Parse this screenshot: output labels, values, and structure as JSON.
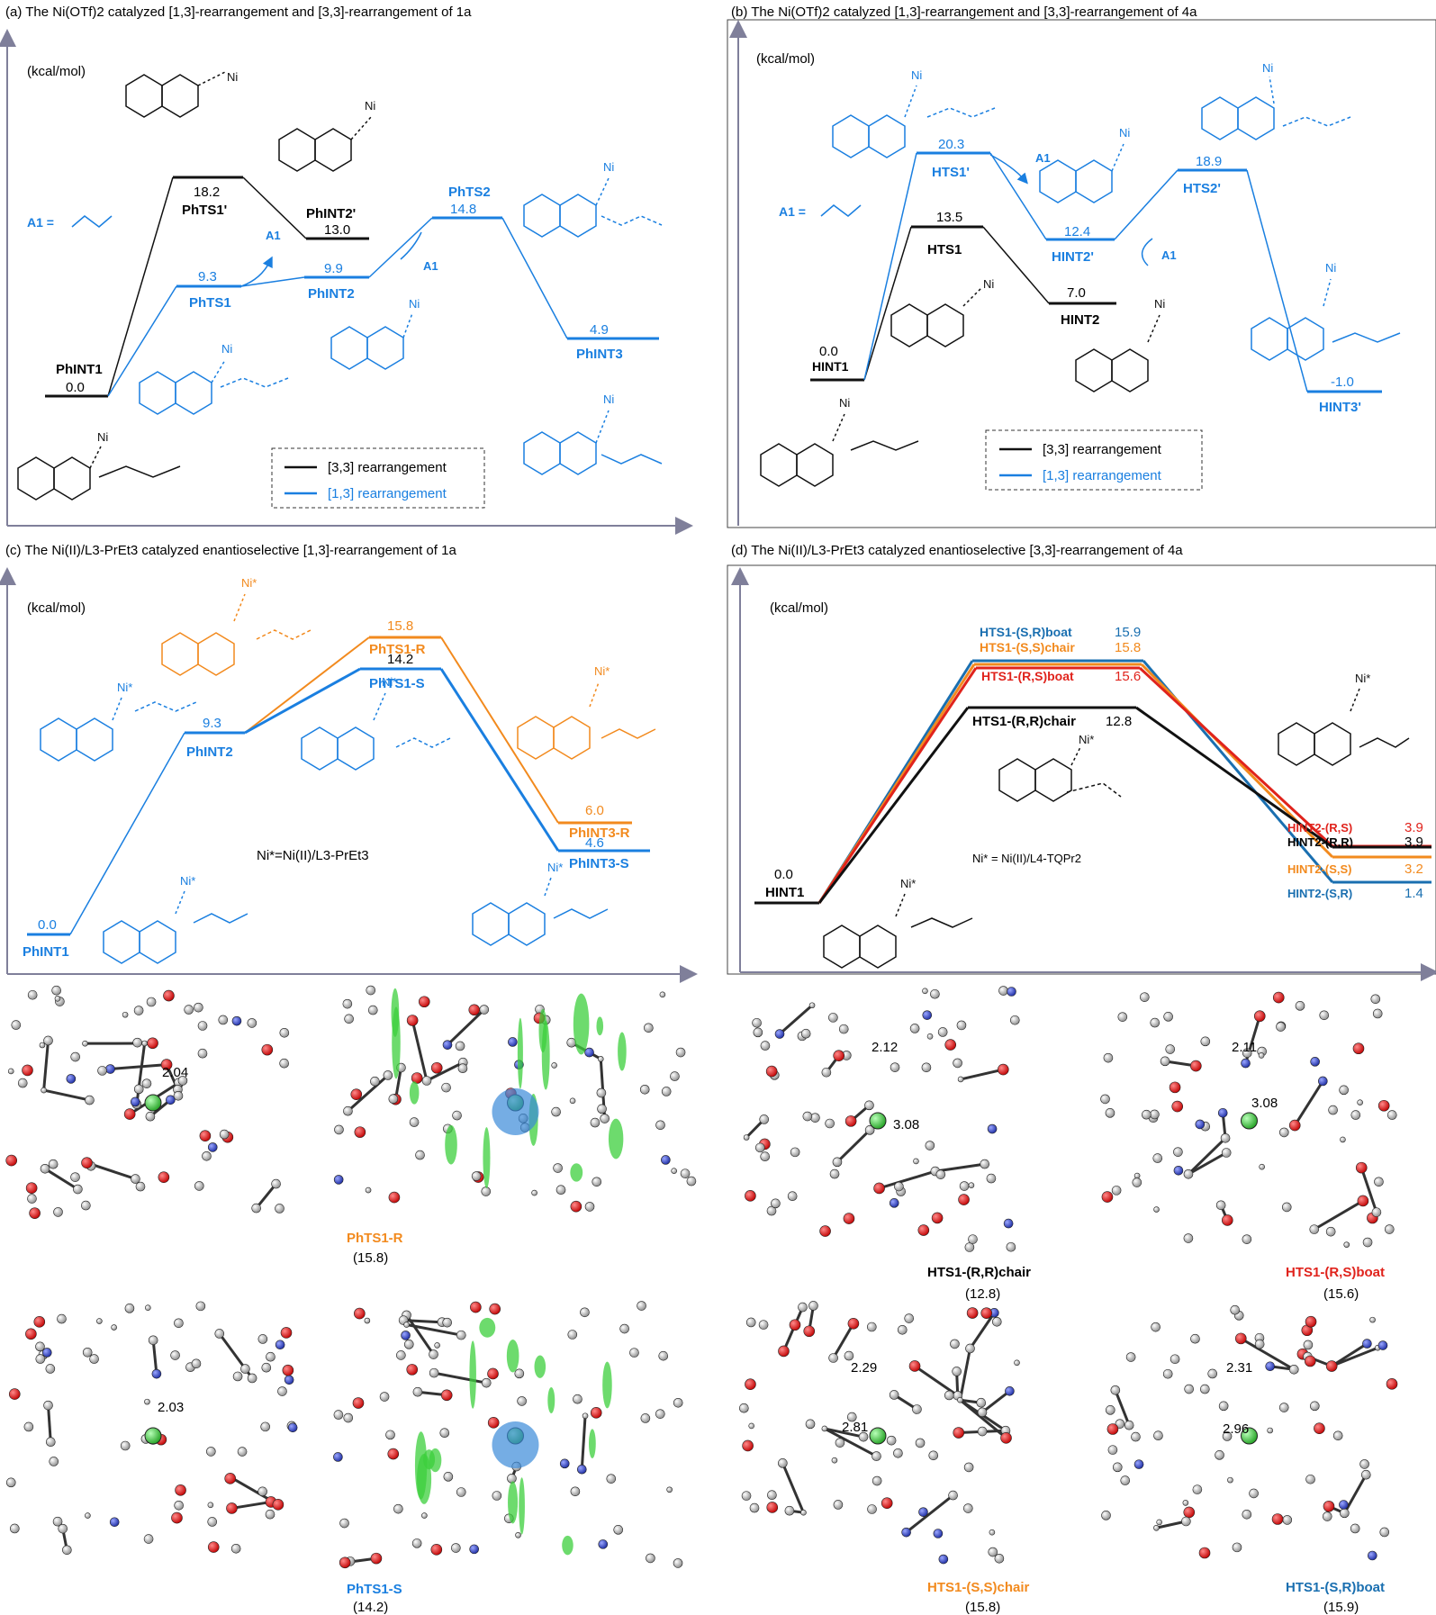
{
  "colors": {
    "black": "#111111",
    "blue": "#1a7fe0",
    "orange": "#f28a1e",
    "red": "#e0231c",
    "teal": "#1a6fb0",
    "axis": "#7f7f9a"
  },
  "unit": "(kcal/mol)",
  "panels": {
    "a": {
      "title": "(a) The Ni(OTf)2 catalyzed [1,3]-rearrangement and [3,3]-rearrangement of 1a",
      "legend": [
        "[3,3] rearrangement",
        "[1,3] rearrangement"
      ],
      "a1_label": "A1 =",
      "a1_tag": "A1",
      "levels": [
        {
          "name": "PhINT1",
          "value": "0.0",
          "series": "both"
        },
        {
          "name": "PhTS1'",
          "value": "18.2",
          "series": "black"
        },
        {
          "name": "PhINT2'",
          "value": "13.0",
          "series": "black"
        },
        {
          "name": "PhTS1",
          "value": "9.3",
          "series": "blue"
        },
        {
          "name": "PhINT2",
          "value": "9.9",
          "series": "blue"
        },
        {
          "name": "PhTS2",
          "value": "14.8",
          "series": "blue"
        },
        {
          "name": "PhINT3",
          "value": "4.9",
          "series": "blue"
        }
      ]
    },
    "b": {
      "title": "(b) The Ni(OTf)2 catalyzed [1,3]-rearrangement and [3,3]-rearrangement of 4a",
      "legend": [
        "[3,3] rearrangement",
        "[1,3] rearrangement"
      ],
      "a1_label": "A1 =",
      "a1_tag": "A1",
      "levels": [
        {
          "name": "HINT1",
          "value": "0.0",
          "series": "both"
        },
        {
          "name": "HTS1",
          "value": "13.5",
          "series": "black"
        },
        {
          "name": "HINT2",
          "value": "7.0",
          "series": "black"
        },
        {
          "name": "HTS1'",
          "value": "20.3",
          "series": "blue"
        },
        {
          "name": "HINT2'",
          "value": "12.4",
          "series": "blue"
        },
        {
          "name": "HTS2'",
          "value": "18.9",
          "series": "blue"
        },
        {
          "name": "HINT3'",
          "value": "-1.0",
          "series": "blue"
        }
      ]
    },
    "c": {
      "title": "(c) The Ni(II)/L3-PrEt3 catalyzed enantioselective [1,3]-rearrangement of 1a",
      "note": "Ni*=Ni(II)/L3-PrEt3",
      "levels": [
        {
          "name": "PhINT1",
          "value": "0.0"
        },
        {
          "name": "PhINT2",
          "value": "9.3"
        },
        {
          "name": "PhTS1-R",
          "value": "15.8"
        },
        {
          "name": "PhTS1-S",
          "value": "14.2"
        },
        {
          "name": "PhINT3-R",
          "value": "6.0"
        },
        {
          "name": "PhINT3-S",
          "value": "4.6"
        }
      ]
    },
    "d": {
      "title": "(d) The Ni(II)/L3-PrEt3 catalyzed enantioselective [3,3]-rearrangement of 4a",
      "note": "Ni* = Ni(II)/L4-TQPr2",
      "levels": [
        {
          "name": "HINT1",
          "value": "0.0"
        },
        {
          "name": "HTS1-(S,R)boat",
          "value": "15.9"
        },
        {
          "name": "HTS1-(S,S)chair",
          "value": "15.8"
        },
        {
          "name": "HTS1-(R,S)boat",
          "value": "15.6"
        },
        {
          "name": "HTS1-(R,R)chair",
          "value": "12.8"
        },
        {
          "name": "HINT2-(R,S)",
          "value": "3.9"
        },
        {
          "name": "HINT2-(R,R)",
          "value": "3.9"
        },
        {
          "name": "HINT2-(S,S)",
          "value": "3.2"
        },
        {
          "name": "HINT2-(S,R)",
          "value": "1.4"
        }
      ]
    }
  },
  "structures": [
    {
      "name": "PhTS1-R",
      "energy": "(15.8)",
      "distances": [
        "2.04"
      ]
    },
    {
      "name": "PhTS1-S",
      "energy": "(14.2)",
      "distances": [
        "2.03"
      ]
    },
    {
      "name": "HTS1-(R,R)chair",
      "energy": "(12.8)",
      "distances": [
        "2.12",
        "3.08"
      ]
    },
    {
      "name": "HTS1-(R,S)boat",
      "energy": "(15.6)",
      "distances": [
        "2.11",
        "3.08"
      ]
    },
    {
      "name": "HTS1-(S,S)chair",
      "energy": "(15.8)",
      "distances": [
        "2.29",
        "2.81"
      ]
    },
    {
      "name": "HTS1-(S,R)boat",
      "energy": "(15.9)",
      "distances": [
        "2.31",
        "2.96"
      ]
    }
  ]
}
